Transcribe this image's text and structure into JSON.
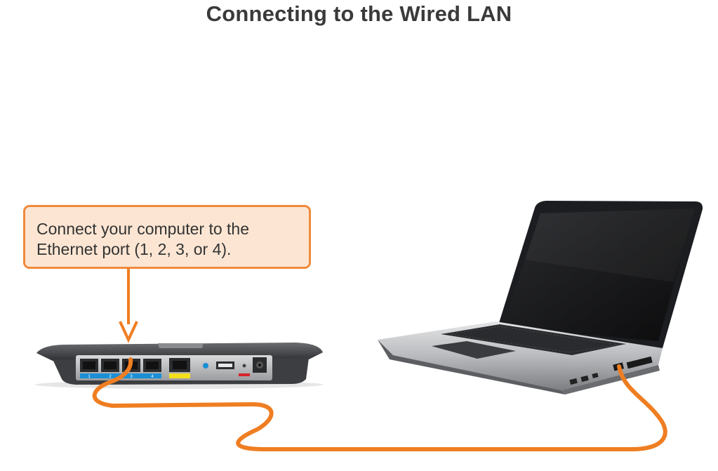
{
  "title": "Connecting to the Wired LAN",
  "callout": {
    "line1": "Connect your computer to the",
    "line2": "Ethernet port (1, 2, 3, or 4)."
  },
  "colors": {
    "cable": "#ef7e22",
    "callout_border": "#ef8a3c",
    "callout_fill": "#fce6d3",
    "router_body": "#4a4c50",
    "lan_label": "#1b8fd6",
    "internet_label": "#f3e01c",
    "reset_label": "#d8232a"
  },
  "router": {
    "port_labels": [
      "1",
      "2",
      "3",
      "4"
    ]
  }
}
